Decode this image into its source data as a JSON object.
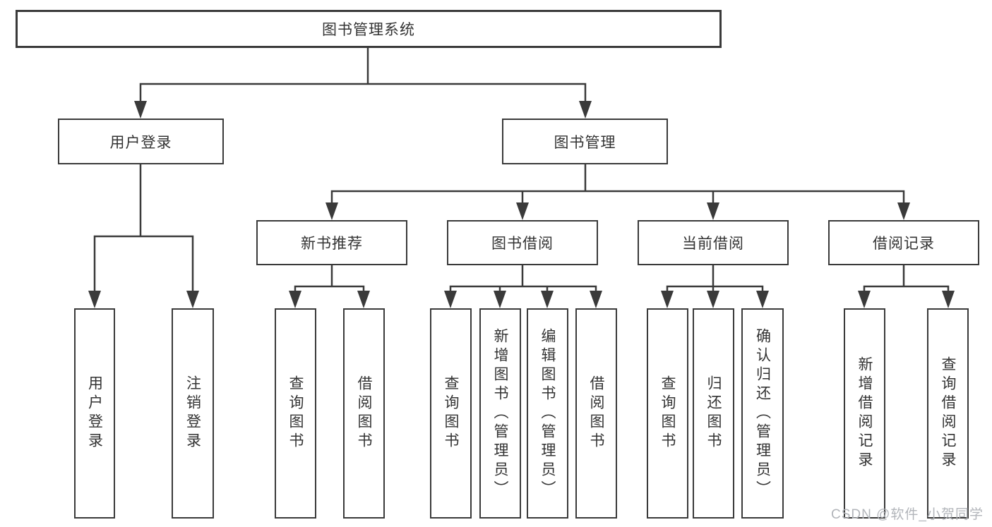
{
  "root": {
    "label": "图书管理系统"
  },
  "branches": [
    {
      "label": "用户登录",
      "leaves": [
        {
          "label": "用户登录"
        },
        {
          "label": "注销登录"
        }
      ]
    },
    {
      "label": "图书管理",
      "groups": [
        {
          "label": "新书推荐",
          "leaves": [
            {
              "label": "查询图书"
            },
            {
              "label": "借阅图书"
            }
          ]
        },
        {
          "label": "图书借阅",
          "leaves": [
            {
              "label": "查询图书"
            },
            {
              "label": "新增图书（管理员）"
            },
            {
              "label": "编辑图书（管理员）"
            },
            {
              "label": "借阅图书"
            }
          ]
        },
        {
          "label": "当前借阅",
          "leaves": [
            {
              "label": "查询图书"
            },
            {
              "label": "归还图书"
            },
            {
              "label": "确认归还（管理员）"
            }
          ]
        },
        {
          "label": "借阅记录",
          "leaves": [
            {
              "label": "新增借阅记录"
            },
            {
              "label": "查询借阅记录"
            }
          ]
        }
      ]
    }
  ],
  "watermark": {
    "text": "CSDN @软件_小贺同学"
  },
  "colors": {
    "line": "#3a3a3a",
    "text": "#333333",
    "background": "#ffffff",
    "watermark": "#b2b5ba"
  }
}
